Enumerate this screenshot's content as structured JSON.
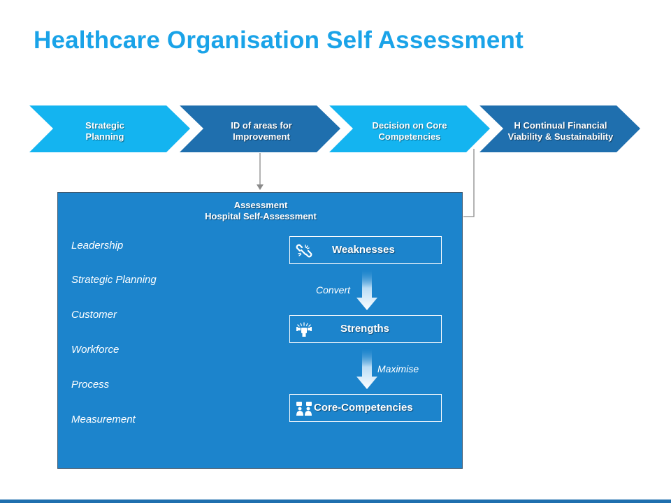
{
  "title": "Healthcare Organisation Self Assessment",
  "process_steps": [
    {
      "line1": "Strategic",
      "line2": "Planning"
    },
    {
      "line1": "ID of areas for",
      "line2": "Improvement"
    },
    {
      "line1": "Decision on Core",
      "line2": "Competencies"
    },
    {
      "line1": "H Continual Financial",
      "line2": "Viability & Sustainability"
    }
  ],
  "assessment": {
    "title_line1": "Assessment",
    "title_line2": "Hospital Self-Assessment",
    "criteria": [
      "Leadership",
      "Strategic Planning",
      "Customer",
      "Workforce",
      "Process",
      "Measurement"
    ],
    "stages": [
      {
        "label": "Weaknesses",
        "icon": "broken-link-icon"
      },
      {
        "label": "Strengths",
        "icon": "strength-icon"
      },
      {
        "label": "Core-Competencies",
        "icon": "team-icon"
      }
    ],
    "transitions": [
      "Convert",
      "Maximise"
    ]
  },
  "colors": {
    "title": "#1aa3e8",
    "chevron_light": "#14b4f0",
    "chevron_dark": "#1f6fae",
    "panel": "#1c84cc",
    "connector": "#8a8a8a"
  }
}
